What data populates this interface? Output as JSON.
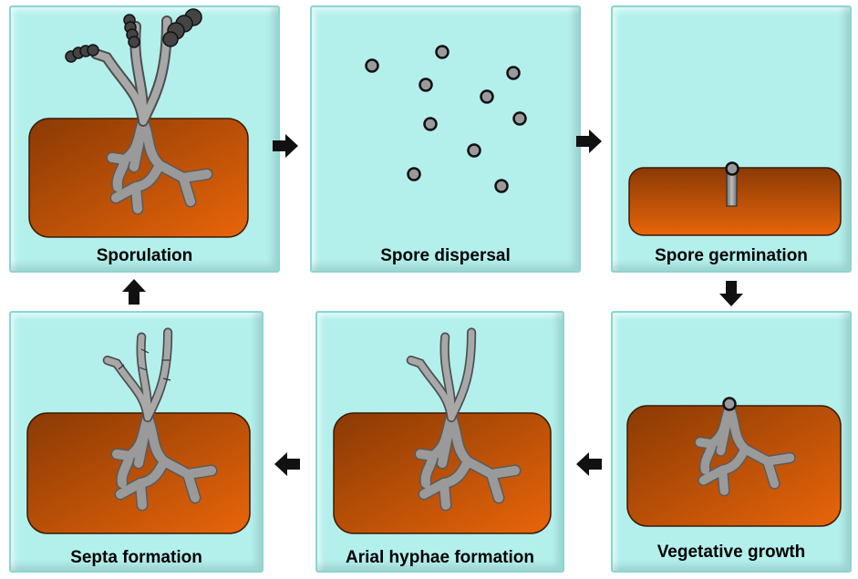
{
  "stages": {
    "sporulation": "Sporulation",
    "spore_dispersal": "Spore dispersal",
    "spore_germination": "Spore germination",
    "vegetative_growth": "Vegetative growth",
    "arial_hyphae_formation": "Arial hyphae formation",
    "septa_formation": "Septa formation"
  },
  "colors": {
    "panel_background": "#b3f0ec",
    "substrate_dark": "#8a3a05",
    "substrate_light": "#e8650a",
    "hypha": "#8a8a8a",
    "spore": "#999999",
    "arrow": "#111111"
  }
}
